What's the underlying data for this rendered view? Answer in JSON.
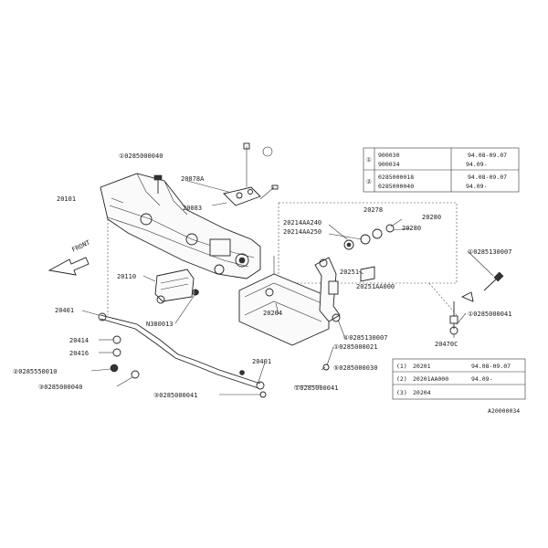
{
  "labels": {
    "bolt_top": "①0285000040",
    "bracket_top": "20078A",
    "frame": "20101",
    "bracket_mid": "20083",
    "front": "FRONT",
    "mount": "20110",
    "link_left": "20401",
    "nut_center": "N380013",
    "bush_a": "20414",
    "bush_b": "20416",
    "bolt_left_a": "②0285550010",
    "bolt_left_b": "③0285000040",
    "bolt_bottom": "③0285000041",
    "link_right": "20401",
    "link_center": "20204",
    "bolt_center": "①0285000041",
    "arm_a": "20214AA240",
    "arm_b": "20214AA250",
    "bush_c": "20278",
    "bush_d": "20280",
    "bush_e": "20280",
    "bolt_arm": "⑤0285000030",
    "nut_arm_a": "20251",
    "nut_arm_b": "20251AA000",
    "bolt_right": "①0285130007",
    "bolt_right_b": "①0285000021",
    "ball": "20470C",
    "bolt_mid_right": "①0285000041",
    "diagram_id": "A20000034"
  },
  "table_top": {
    "rows": [
      {
        "key": "①",
        "part_a": "900030",
        "part_b": "900034",
        "range_a": "94.08-09.07",
        "range_b": "94.09-"
      },
      {
        "key": "②",
        "part_a": "0285000018",
        "part_b": "0285000040",
        "range_a": "94.08-09.07",
        "range_b": "94.09-"
      }
    ]
  },
  "table_bottom": {
    "rows": [
      {
        "key": "(1)",
        "label": "20201",
        "range": "94.08-09.07"
      },
      {
        "key": "(2)",
        "label": "20201AA000",
        "range": "94.09-"
      },
      {
        "key": "(3)",
        "label": "20204",
        "range": ""
      }
    ]
  }
}
